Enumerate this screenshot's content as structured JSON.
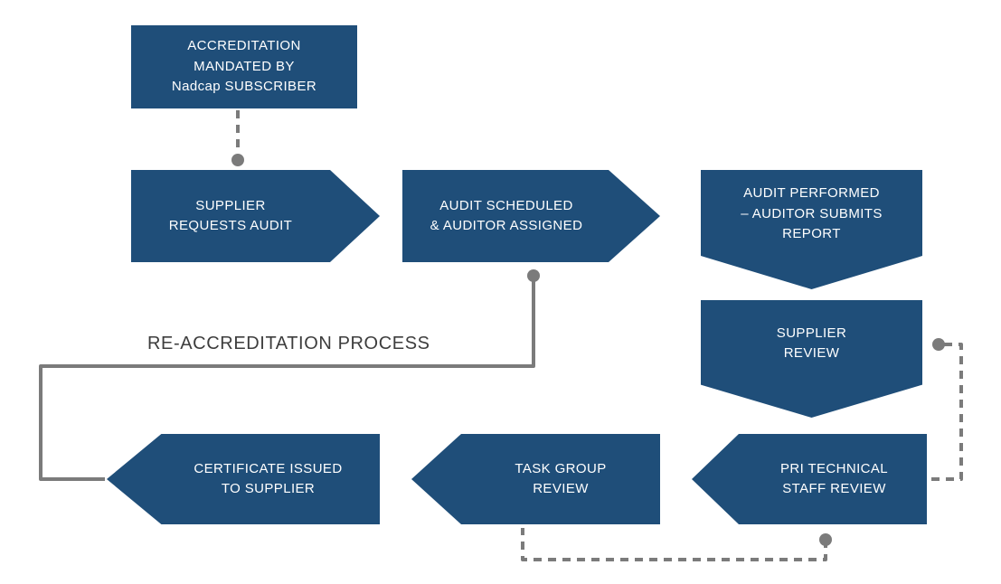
{
  "diagram": {
    "title_label": "RE-ACCREDITATION PROCESS",
    "colors": {
      "node_fill": "#1F4E79",
      "node_text": "#FFFFFF",
      "connector": "#7B7B7B",
      "label_text": "#3D3D3D",
      "background": "#FFFFFF"
    },
    "nodes": [
      {
        "id": "accreditation-mandated",
        "shape": "rectangle",
        "text": "ACCREDITATION\nMANDATED BY\nNadcap SUBSCRIBER"
      },
      {
        "id": "supplier-requests-audit",
        "shape": "arrow-right",
        "text": "SUPPLIER\nREQUESTS AUDIT"
      },
      {
        "id": "audit-scheduled",
        "shape": "arrow-right",
        "text": "AUDIT SCHEDULED\n& AUDITOR ASSIGNED"
      },
      {
        "id": "audit-performed",
        "shape": "arrow-down",
        "text": "AUDIT  PERFORMED\n– AUDITOR SUBMITS\nREPORT"
      },
      {
        "id": "supplier-review",
        "shape": "arrow-down",
        "text": "SUPPLIER\nREVIEW"
      },
      {
        "id": "pri-technical-staff-review",
        "shape": "arrow-left",
        "text": "PRI TECHNICAL\nSTAFF REVIEW"
      },
      {
        "id": "task-group-review",
        "shape": "arrow-left",
        "text": "TASK GROUP\nREVIEW"
      },
      {
        "id": "certificate-issued",
        "shape": "arrow-left",
        "text": "CERTIFICATE ISSUED\nTO SUPPLIER"
      }
    ],
    "connectors": [
      {
        "name": "mandate-to-supplier-request",
        "from": "accreditation-mandated",
        "to": "supplier-requests-audit",
        "style": "dashed"
      },
      {
        "name": "reaccreditation-loop",
        "from": "audit-scheduled",
        "to": "certificate-issued",
        "style": "solid"
      },
      {
        "name": "supplier-review-to-pri-staff-review",
        "from": "supplier-review",
        "to": "pri-technical-staff-review",
        "style": "dashed"
      },
      {
        "name": "pri-staff-review-to-task-group-review",
        "from": "pri-technical-staff-review",
        "to": "task-group-review",
        "style": "dashed"
      }
    ]
  }
}
